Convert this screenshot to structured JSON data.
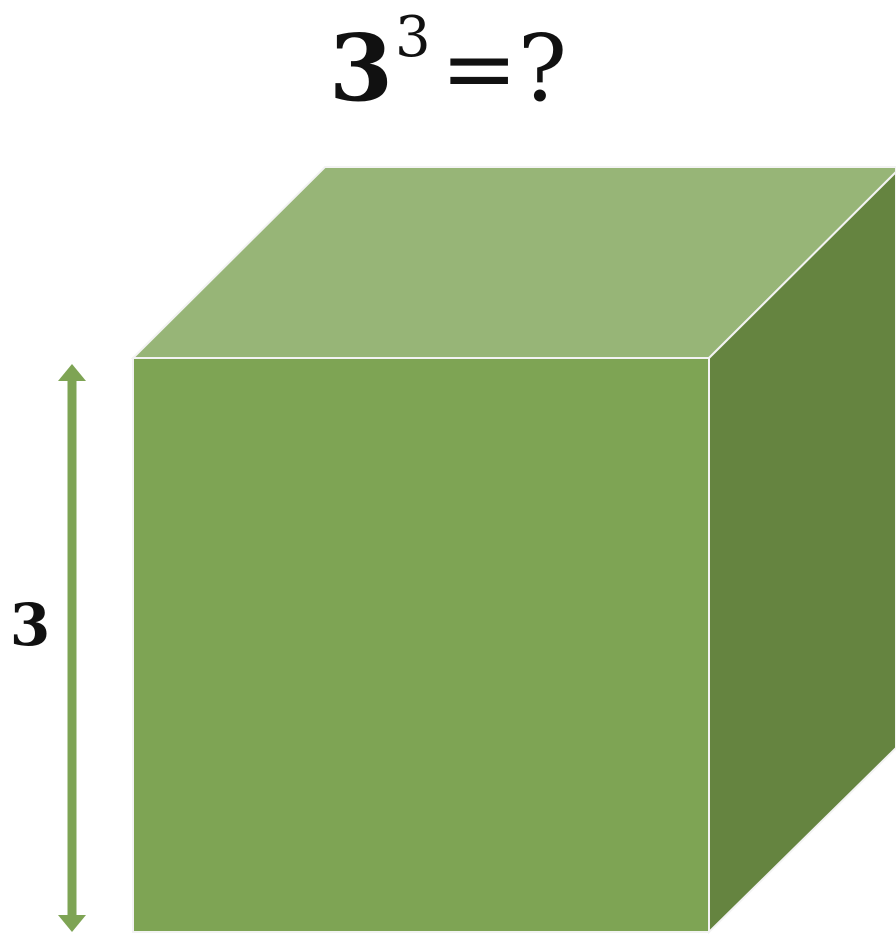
{
  "equation": {
    "base": "3",
    "exponent": "3",
    "rhs": "=?"
  },
  "dimension_label": "3",
  "colors": {
    "front_face": "#7ea454",
    "top_face": "#97b577",
    "side_face": "#658440",
    "arrow": "#7ea454",
    "edge": "#f3f3f3",
    "text": "#111111"
  }
}
